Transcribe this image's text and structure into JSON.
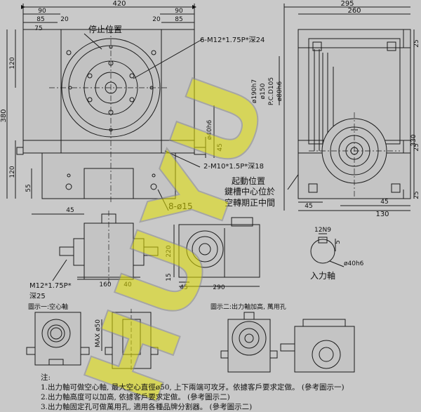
{
  "top_dims": {
    "d420": "420",
    "d90a": "90",
    "d90b": "90",
    "d85a": "85",
    "d85b": "85",
    "d20a": "20",
    "d20b": "20",
    "d75": "75",
    "d295": "295",
    "d260": "260",
    "d25a": "25",
    "d25b": "25",
    "d25c": "25",
    "d330": "330",
    "d130": "130",
    "d45a": "45",
    "d45b": "45",
    "d45c": "45",
    "d380": "380",
    "d120a": "120",
    "d120b": "120",
    "d55": "55"
  },
  "callouts": {
    "stop_position": "停止位置",
    "tap_holes": "6-M12*1.75P*深24",
    "side_holes": "2-M10*1.5P*深18",
    "mount_holes": "8-ø15",
    "start_position_1": "起動位置",
    "start_position_2": "鍵槽中心位於",
    "start_position_3": "空轉期正中間"
  },
  "shaft_dims": {
    "d190": "ø190h7",
    "d150": "ø150",
    "pcd105": "P.C.D105",
    "d80": "ø80h6",
    "d40": "ø40h6",
    "d45s": "45"
  },
  "mid_dims": {
    "d220": "220",
    "d160": "160",
    "d40m": "40",
    "d290": "290",
    "d45m": "45",
    "d15": "15",
    "tap_front": "M12*1.75P*",
    "tap_front_depth": "深25"
  },
  "input_shaft": {
    "key_dims": "12N9",
    "d5": "5",
    "d40h6": "ø40h6",
    "label": "入力軸"
  },
  "figures": {
    "fig1": "圖示一:空心軸",
    "fig1_max": "MAX ø50",
    "fig2": "圖示二:出力軸加高, 萬用孔"
  },
  "notes": {
    "title": "注:",
    "n1": "1.出力軸可做空心軸, 最大空心直徑ø50, 上下兩端可攻牙。依據客戶要求定做。 (參考圖示一)",
    "n2": "2.出力軸高度可以加高, 依據客戶要求定做。 (參考圖示二)",
    "n3": "3.出力軸固定孔可做萬用孔, 適用各種品牌分割器。 (參考圖示二)"
  },
  "watermark": "HUYU",
  "colors": {
    "background": "#c9c9c9",
    "line": "#1a1a1a",
    "watermark": "#e2e000"
  }
}
